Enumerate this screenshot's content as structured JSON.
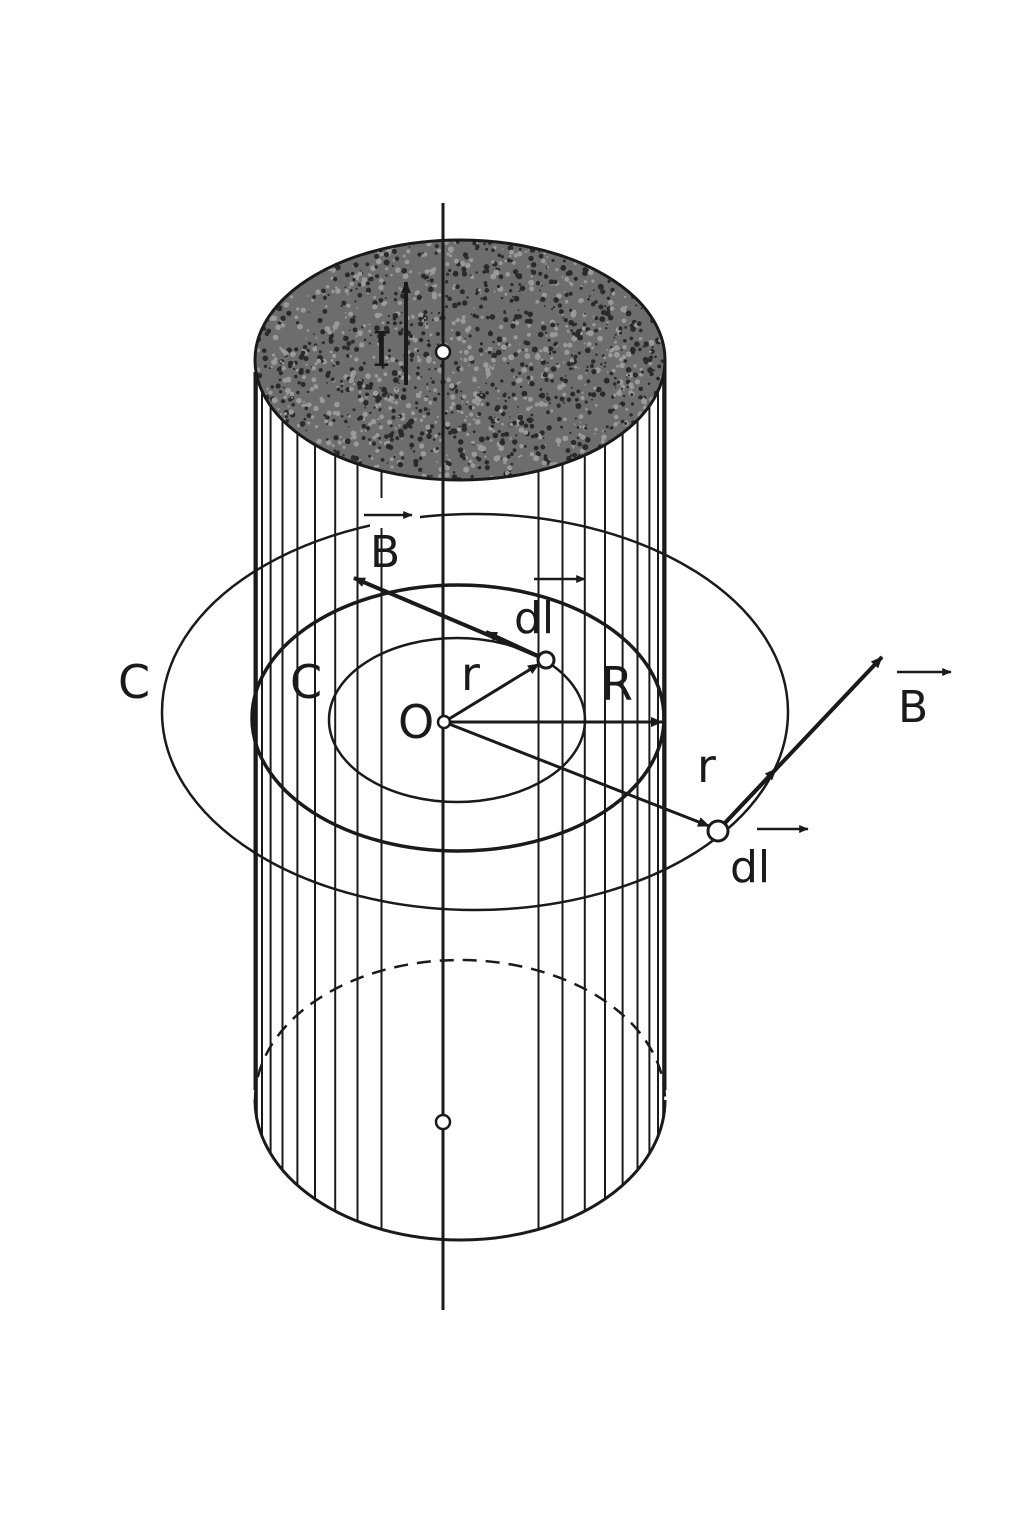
{
  "diagram": {
    "colors": {
      "ink": "#1a1a1a",
      "background": "#ffffff",
      "speckle_dark": "#2a2a2a",
      "speckle_light": "#9a9a9a"
    },
    "labels": {
      "current": "I",
      "origin": "O",
      "radius_cylinder": "R",
      "radius_inner": "r",
      "radius_outer": "r",
      "curve_outer": "C",
      "curve_inner": "C",
      "field_inner": "B",
      "field_outer": "B",
      "element_inner": "dl",
      "element_outer": "dl"
    }
  }
}
